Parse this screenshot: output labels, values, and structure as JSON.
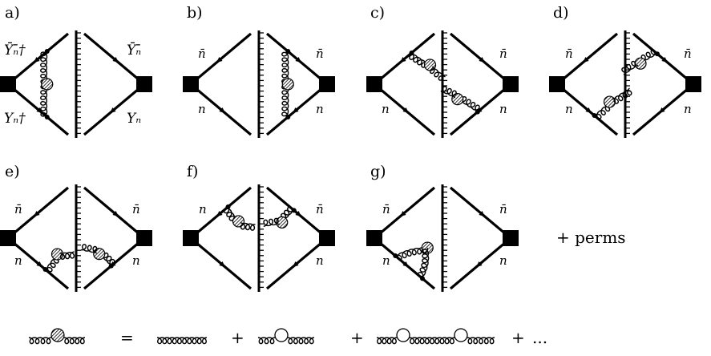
{
  "panels": {
    "a": {
      "label": "a)",
      "top_left": "Ȳₙ̄†",
      "bottom_left": "Yₙ†",
      "top_right": "Ȳₙ̄",
      "bottom_right": "Yₙ"
    },
    "b": {
      "label": "b)",
      "top_left": "n̄",
      "bottom_left": "n",
      "top_right": "n̄",
      "bottom_right": "n"
    },
    "c": {
      "label": "c)",
      "bottom_left": "n",
      "top_right": "n̄",
      "bottom_right": "n"
    },
    "d": {
      "label": "d)",
      "top_left": "n̄",
      "bottom_left": "n",
      "top_right": "n̄",
      "bottom_right": "n"
    },
    "e": {
      "label": "e)",
      "top_left": "n̄",
      "bottom_left": "n",
      "top_right": "n̄",
      "bottom_right": "n"
    },
    "f": {
      "label": "f)",
      "top_left": "n",
      "top_right": "n̄",
      "bottom_right": "n"
    },
    "g": {
      "label": "g)",
      "top_left": "n̄",
      "bottom_left": "n",
      "top_right": "n̄",
      "bottom_right": "n"
    }
  },
  "perms_text": "+ perms",
  "equation": {
    "equals": "=",
    "plus_1": "+",
    "plus_2": "+",
    "plus_3": "+",
    "ellipsis": "..."
  }
}
